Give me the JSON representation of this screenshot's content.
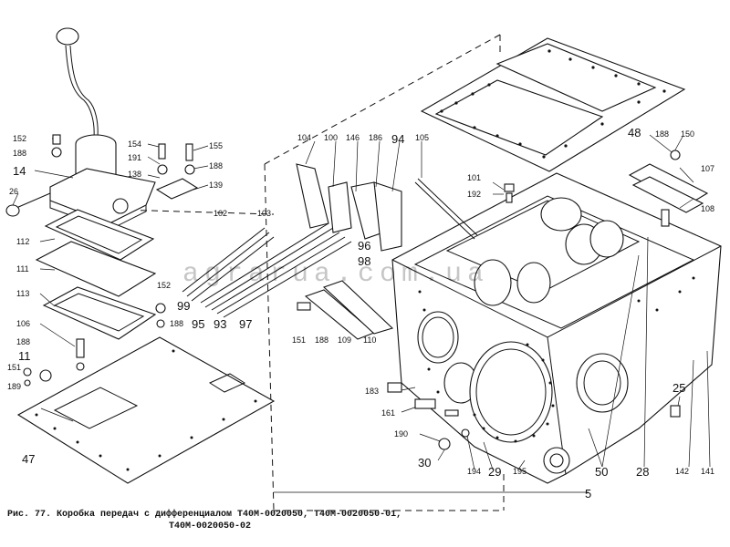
{
  "watermark": "agrarua.com.ua",
  "caption": {
    "line1": "Рис. 77. Коробка передач с дифференциалом Т40М-0020050, Т40М-0020050-01,",
    "line2": "Т40М-0020050-02"
  },
  "labels": {
    "l152a": "152",
    "l188a": "188",
    "l14": "14",
    "l26": "26",
    "l154": "154",
    "l191": "191",
    "l138": "138",
    "l155": "155",
    "l188b": "188",
    "l139": "139",
    "l112": "112",
    "l111": "111",
    "l113": "113",
    "l106": "106",
    "l188c": "188",
    "l11": "11",
    "l151a": "151",
    "l189": "189",
    "l47": "47",
    "l152b": "152",
    "l188d": "188",
    "l99": "99",
    "l95": "95",
    "l93": "93",
    "l97": "97",
    "l102": "102",
    "l103": "103",
    "l104": "104",
    "l100": "100",
    "l146": "146",
    "l186": "186",
    "l94": "94",
    "l105": "105",
    "l96": "96",
    "l98": "98",
    "l151b": "151",
    "l188e": "188",
    "l109": "109",
    "l110": "110",
    "l101": "101",
    "l192": "192",
    "l48": "48",
    "l188f": "188",
    "l150": "150",
    "l107": "107",
    "l108": "108",
    "l183": "183",
    "l161": "161",
    "l190": "190",
    "l30": "30",
    "l194": "194",
    "l29": "29",
    "l195": "195",
    "l50": "50",
    "l28": "28",
    "l25": "25",
    "l142": "142",
    "l141": "141",
    "l5": "5"
  }
}
